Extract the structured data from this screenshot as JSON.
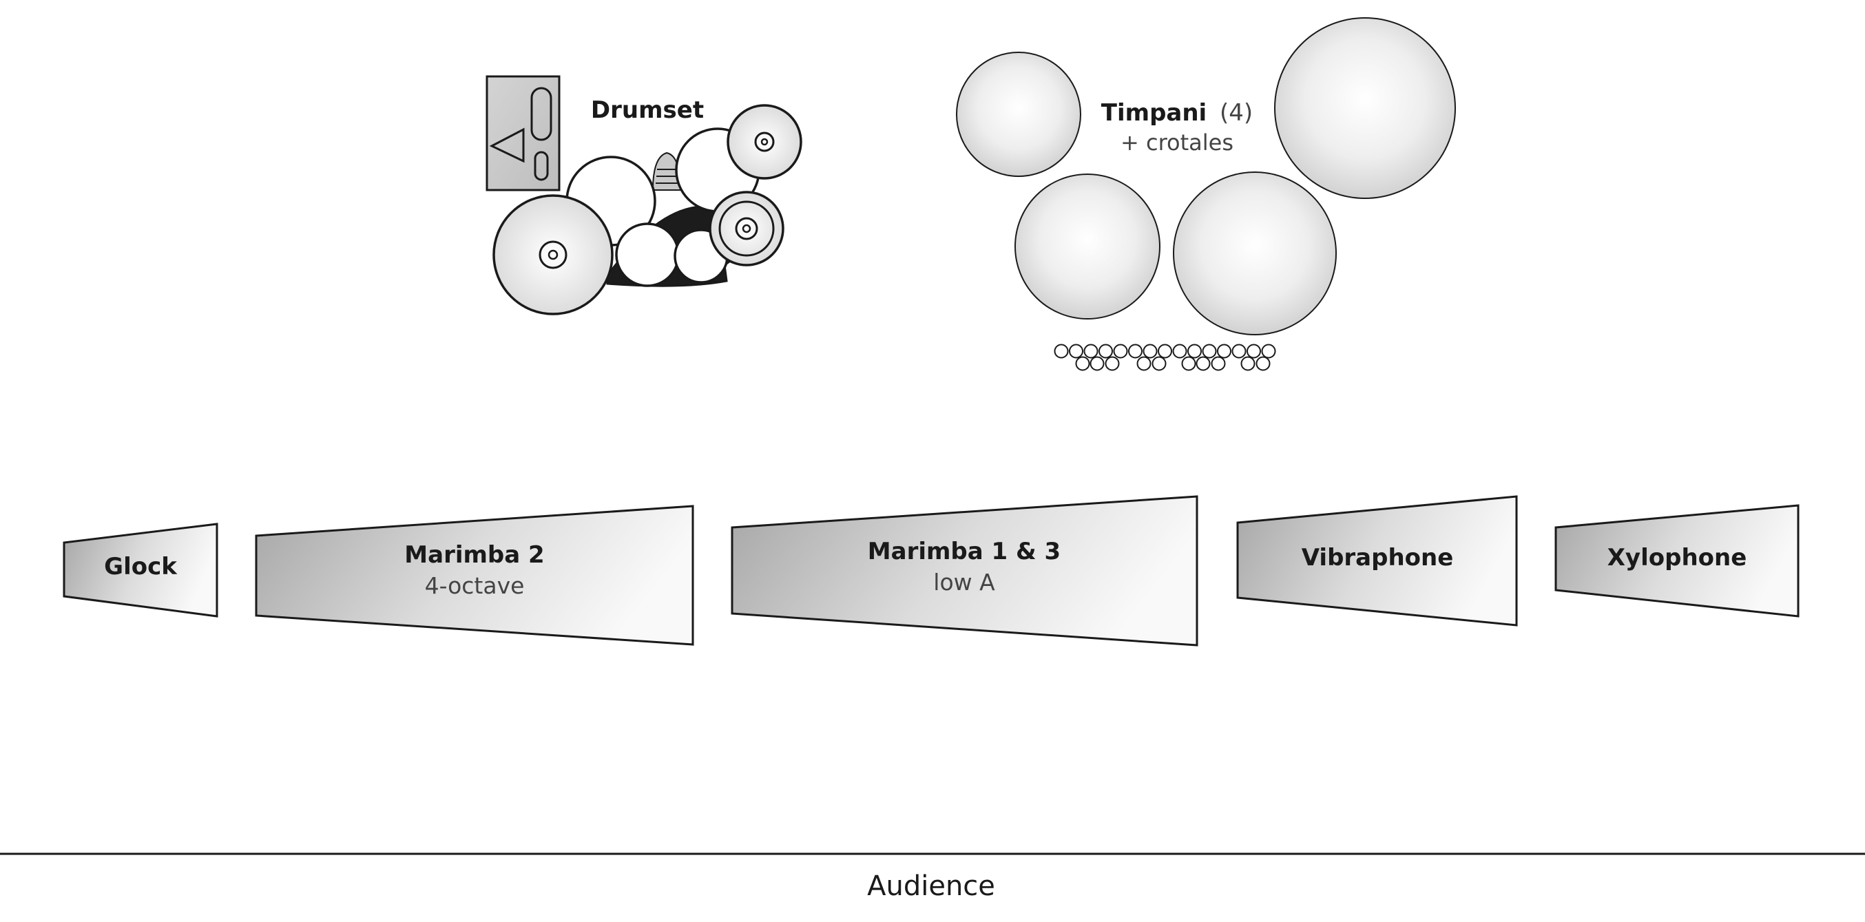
{
  "colors": {
    "outline": "#1a1a1a",
    "fill_light": "#f7f7f7",
    "fill_dark": "#a9a9a9",
    "drum_shell": "#1c1c1c",
    "background": "#ffffff"
  },
  "drumset": {
    "label": "Drumset"
  },
  "timpani": {
    "label": "Timpani",
    "count": "(4)",
    "extra": "+ crotales"
  },
  "keyboards": [
    {
      "name": "Glock",
      "sub": ""
    },
    {
      "name": "Marimba 2",
      "sub": "4-octave"
    },
    {
      "name": "Marimba 1 & 3",
      "sub": "low A"
    },
    {
      "name": "Vibraphone",
      "sub": ""
    },
    {
      "name": "Xylophone",
      "sub": ""
    }
  ],
  "audience": {
    "label": "Audience"
  }
}
